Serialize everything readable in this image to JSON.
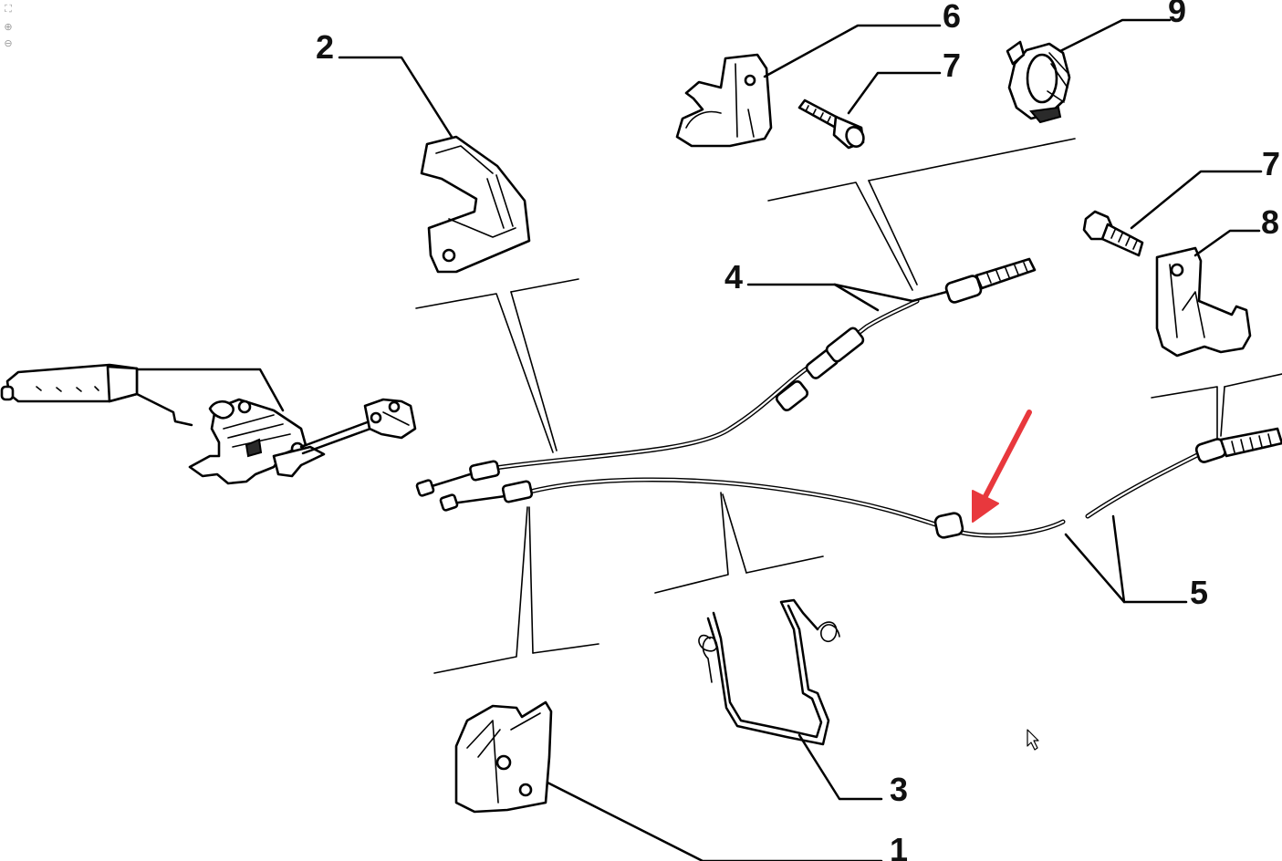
{
  "diagram": {
    "callouts": [
      {
        "id": "1",
        "text": "1"
      },
      {
        "id": "2",
        "text": "2"
      },
      {
        "id": "3",
        "text": "3"
      },
      {
        "id": "4",
        "text": "4"
      },
      {
        "id": "5",
        "text": "5"
      },
      {
        "id": "6",
        "text": "6"
      },
      {
        "id": "7a",
        "text": "7"
      },
      {
        "id": "7b",
        "text": "7"
      },
      {
        "id": "8",
        "text": "8"
      },
      {
        "id": "9",
        "text": "9"
      }
    ],
    "highlight_color": "#e8383d",
    "line_color": "#000000"
  },
  "toolbar": {
    "icons": [
      "fit-page-icon",
      "zoom-in-icon",
      "zoom-out-icon"
    ]
  }
}
